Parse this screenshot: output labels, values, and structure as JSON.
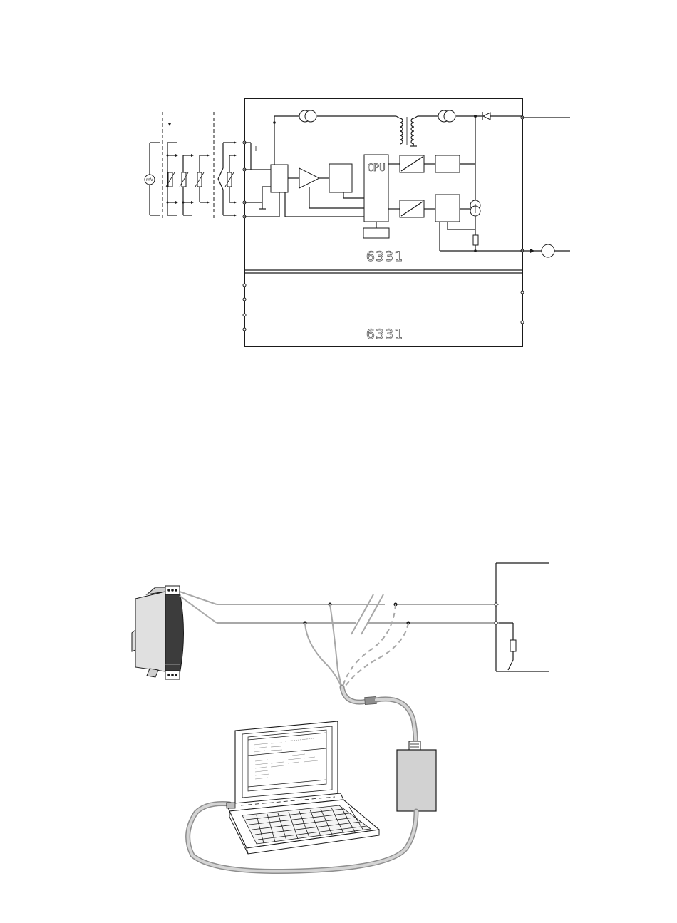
{
  "block_diagram": {
    "module_label_top": "6331",
    "module_label_bottom": "6331",
    "cpu_label": "CPU",
    "mv_symbol": "mV"
  },
  "colors": {
    "line": "#1a1a1a",
    "wire_gray": "#a8a8a8",
    "device_fill": "#e0e0e0",
    "device_front": "#3c3c3c",
    "loop_unit_fill": "#d2d2d2"
  },
  "icons": [
    "current-source-icon",
    "transformer-icon",
    "diode-icon",
    "amplifier-icon",
    "adc-icon",
    "resistor-icon",
    "thermocouple-icon",
    "rtd-icon",
    "transmitter-device-icon",
    "laptop-icon",
    "loop-link-icon"
  ]
}
